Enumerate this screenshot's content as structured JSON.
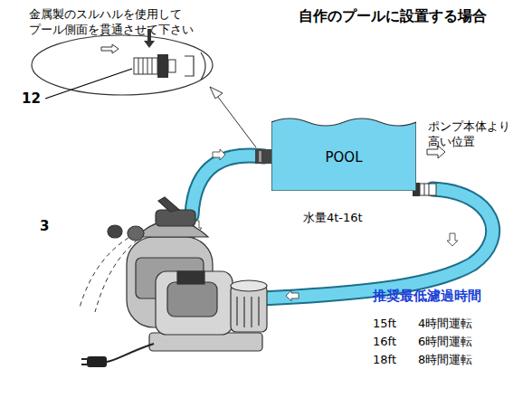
{
  "diagram": {
    "title": "自作のプールに設置する場合",
    "nodes": [
      {
        "text": [
          "POOL",
          "水量4t-16t"
        ]
      }
    ],
    "labels": [
      "金属製のスルハルを使用して プール側面を貫通させて下さい",
      "12",
      "3",
      "ポンプ本体より 高い位置",
      "推奨最低濾過時間",
      "15ft",
      "4時間運転",
      "16ft",
      "6時間運転",
      "18ft",
      "8時間運転"
    ]
  }
}
